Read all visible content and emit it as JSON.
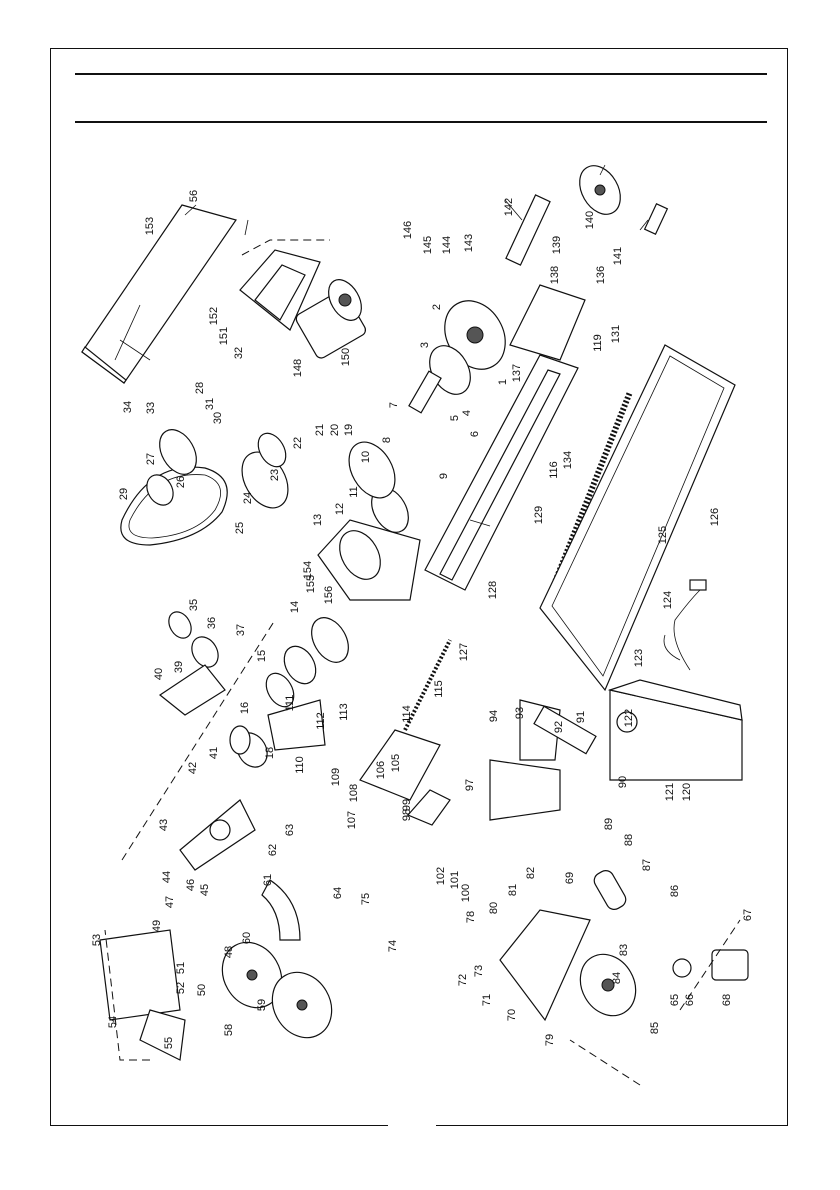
{
  "page": {
    "header_text": ""
  },
  "callouts": [
    "1",
    "2",
    "3",
    "4",
    "5",
    "6",
    "7",
    "8",
    "9",
    "10",
    "11",
    "12",
    "13",
    "14",
    "15",
    "16",
    "18",
    "19",
    "20",
    "21",
    "22",
    "23",
    "24",
    "25",
    "26",
    "27",
    "28",
    "29",
    "30",
    "31",
    "32",
    "33",
    "34",
    "35",
    "36",
    "37",
    "39",
    "40",
    "41",
    "42",
    "43",
    "44",
    "45",
    "46",
    "47",
    "48",
    "49",
    "50",
    "51",
    "52",
    "53",
    "54",
    "55",
    "56",
    "58",
    "59",
    "60",
    "61",
    "62",
    "63",
    "64",
    "65",
    "66",
    "67",
    "68",
    "69",
    "70",
    "71",
    "72",
    "73",
    "74",
    "75",
    "78",
    "79",
    "80",
    "81",
    "82",
    "83",
    "84",
    "85",
    "86",
    "87",
    "88",
    "89",
    "90",
    "91",
    "92",
    "93",
    "94",
    "97",
    "98",
    "99",
    "100",
    "101",
    "102",
    "105",
    "106",
    "107",
    "108",
    "109",
    "110",
    "111",
    "112",
    "113",
    "114",
    "115",
    "116",
    "119",
    "120",
    "121",
    "122",
    "123",
    "124",
    "125",
    "126",
    "127",
    "128",
    "129",
    "131",
    "134",
    "136",
    "137",
    "138",
    "139",
    "140",
    "141",
    "142",
    "143",
    "144",
    "145",
    "146",
    "148",
    "150",
    "151",
    "152",
    "153",
    "154",
    "155",
    "156"
  ],
  "parts": {
    "cover": "153",
    "bed": "1",
    "chuck": "2",
    "motor": "150",
    "tray": "125",
    "control_box": "120",
    "tailstock": "138",
    "handwheel_tail": "84",
    "handwheel_apron": "84",
    "change_gear_a": "59",
    "change_gear_b": "59",
    "belt": "29",
    "leadscrew": "129",
    "cord": "124",
    "foot": "68"
  }
}
